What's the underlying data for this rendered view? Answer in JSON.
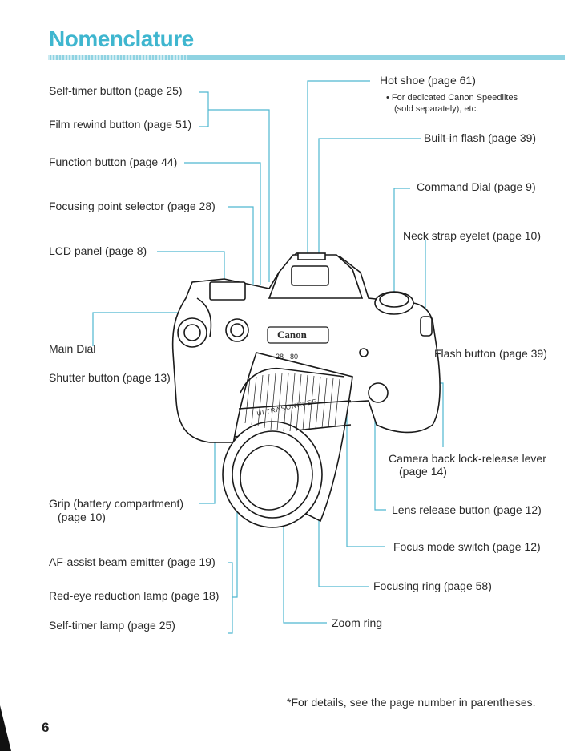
{
  "page": {
    "title": "Nomenclature",
    "page_number": "6",
    "footer": "*For details, see the page number in parentheses."
  },
  "labels": {
    "self_timer_button": "Self-timer button (page 25)",
    "film_rewind_button": "Film rewind button (page 51)",
    "function_button": "Function button (page 44)",
    "focusing_point_selector": "Focusing point selector (page 28)",
    "lcd_panel": "LCD panel (page 8)",
    "main_dial": "Main Dial",
    "shutter_button": "Shutter button (page 13)",
    "grip_line1": "Grip (battery compartment)",
    "grip_line2": "(page 10)",
    "af_assist_beam_emitter": "AF-assist beam emitter (page 19)",
    "red_eye_reduction_lamp": "Red-eye reduction lamp (page 18)",
    "self_timer_lamp": "Self-timer lamp (page 25)",
    "hot_shoe": "Hot shoe (page 61)",
    "hot_shoe_note_line1": "• For dedicated Canon Speedlites",
    "hot_shoe_note_line2": "(sold separately), etc.",
    "built_in_flash": "Built-in flash (page 39)",
    "command_dial": "Command Dial (page 9)",
    "neck_strap_eyelet": "Neck strap eyelet (page 10)",
    "flash_button": "Flash button (page 39)",
    "camera_back_lock_line1": "Camera back lock-release lever",
    "camera_back_lock_line2": "(page 14)",
    "lens_release_button": "Lens release button (page 12)",
    "focus_mode_switch": "Focus mode switch (page 12)",
    "focusing_ring": "Focusing ring (page 58)",
    "zoom_ring": "Zoom ring"
  },
  "camera": {
    "brand": "Canon",
    "lens_text": "ULTRASONIC EF",
    "zoom_marks": "28 · 80"
  },
  "colors": {
    "accent": "#3fb6cf",
    "leader": "#4fb8d0",
    "text": "#2a2a2a"
  }
}
